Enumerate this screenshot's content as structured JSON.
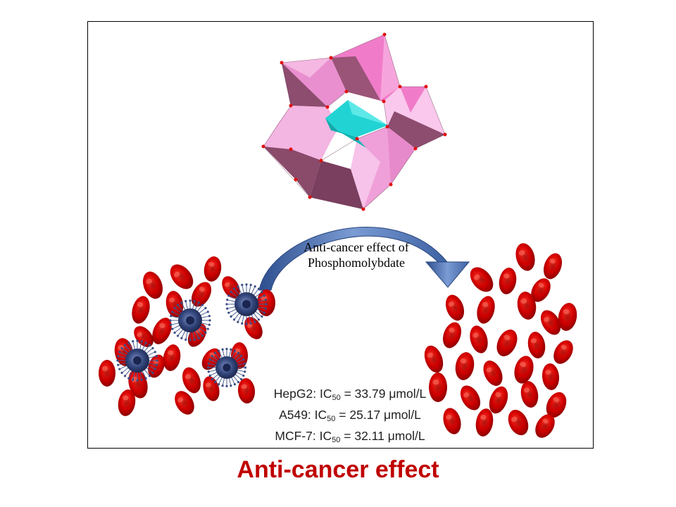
{
  "arrow_label": {
    "line1": "Anti-cancer effect of",
    "line2": "Phosphomolybdate"
  },
  "ic50_results": [
    {
      "cell_line": "HepG2",
      "prefix": "HepG2: IC",
      "subscript": "50",
      "value": "= 33.79 μmol/L"
    },
    {
      "cell_line": "A549",
      "prefix": "A549: IC",
      "subscript": "50",
      "value": "= 25.17 μmol/L"
    },
    {
      "cell_line": "MCF-7",
      "prefix": "MCF-7: IC",
      "subscript": "50",
      "value": "= 32.11 μmol/L"
    }
  ],
  "bottom_title": "Anti-cancer effect",
  "colors": {
    "blood_cell": "#d40000",
    "blood_cell_dark": "#8e0000",
    "polyhedron_pink": "#f07cc9",
    "polyhedron_mauve": "#8a4a6a",
    "central_tetrahedron": "#22d3d3",
    "virus_core": "#2b3c6e",
    "arrow_blue": "#4a6fb0",
    "title_red": "#c00000"
  },
  "icons": [
    "polyoxometalate-structure",
    "red-blood-cell",
    "virus-cancer-cell",
    "curved-arrow"
  ]
}
